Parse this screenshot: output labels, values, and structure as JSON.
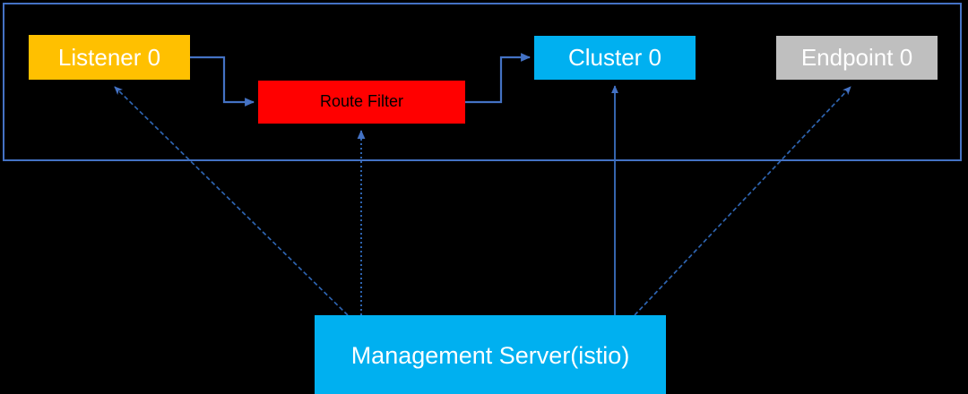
{
  "diagram": {
    "background_color": "#000000",
    "title": "",
    "data_plane": {
      "name": "data-plane-container",
      "border_color": "#4472C4",
      "label": ""
    },
    "nodes": [
      {
        "id": "listener",
        "label": "Listener 0",
        "color": "#FFC000",
        "text_color": "#FFFFFF"
      },
      {
        "id": "route-filter",
        "label": "Route Filter",
        "color": "#FF0000",
        "text_color": "#000000"
      },
      {
        "id": "cluster",
        "label": "Cluster 0",
        "color": "#00B0F0",
        "text_color": "#FFFFFF"
      },
      {
        "id": "endpoint",
        "label": "Endpoint 0",
        "color": "#BFBFBF",
        "text_color": "#FFFFFF"
      },
      {
        "id": "management-server",
        "label": "Management Server(istio)",
        "color": "#00B0F0",
        "text_color": "#FFFFFF"
      }
    ],
    "edges": [
      {
        "id": "listener-to-route-filter",
        "from": "listener",
        "to": "route-filter",
        "style": "solid",
        "color": "#4472C4"
      },
      {
        "id": "route-filter-to-cluster",
        "from": "route-filter",
        "to": "cluster",
        "style": "solid",
        "color": "#4472C4"
      },
      {
        "id": "management-server-to-listener",
        "from": "management-server",
        "to": "listener",
        "style": "dashed",
        "color": "#4472C4"
      },
      {
        "id": "management-server-to-route-filter",
        "from": "management-server",
        "to": "route-filter",
        "style": "dotted",
        "color": "#4472C4"
      },
      {
        "id": "management-server-to-cluster",
        "from": "management-server",
        "to": "cluster",
        "style": "solid",
        "color": "#4472C4"
      },
      {
        "id": "management-server-to-endpoint",
        "from": "management-server",
        "to": "endpoint",
        "style": "dashed",
        "color": "#4472C4"
      }
    ]
  }
}
